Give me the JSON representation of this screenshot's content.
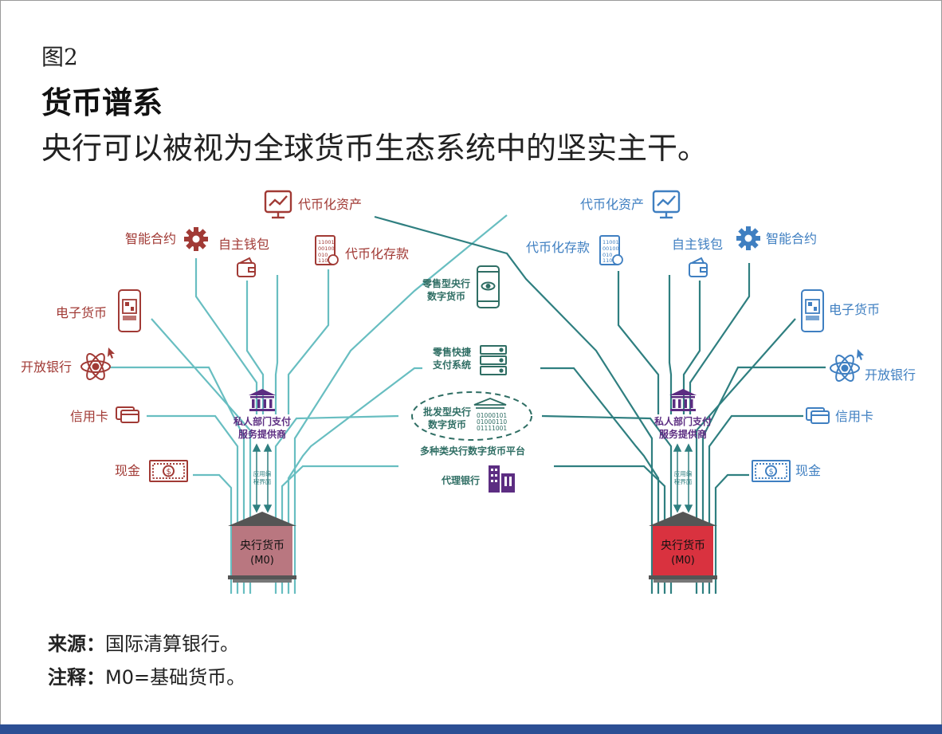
{
  "figure": {
    "label": "图2",
    "title": "货币谱系",
    "subtitle": "央行可以被视为全球货币生态系统中的坚实主干。"
  },
  "colors": {
    "left_accent": "#a13a35",
    "right_accent": "#3f7fc1",
    "center": "#2f6e64",
    "purple": "#5c2d82",
    "teal_line": "#68bec1",
    "dark_teal_line": "#2f7f80",
    "left_vault": "#b97780",
    "right_vault": "#d9323f",
    "bottom_bar": "#2c4f94"
  },
  "left_tree": {
    "nodes": [
      {
        "label": "代币化资产",
        "icon": "monitor-chart-icon"
      },
      {
        "label": "智能合约",
        "icon": "gear-icon"
      },
      {
        "label": "自主钱包",
        "icon": "wallet-icon"
      },
      {
        "label": "代币化存款",
        "icon": "binary-document-icon"
      },
      {
        "label": "电子货币",
        "icon": "qr-phone-icon"
      },
      {
        "label": "开放银行",
        "icon": "atom-icon"
      },
      {
        "label": "信用卡",
        "icon": "credit-card-icon"
      },
      {
        "label": "现金",
        "icon": "banknote-icon"
      }
    ],
    "psp_line1": "私人部门支付",
    "psp_line2": "服务提供商",
    "api_line1": "应用编",
    "api_line2": "程界面",
    "vault_line1": "央行货币",
    "vault_line2": "(M0)"
  },
  "right_tree": {
    "nodes": [
      {
        "label": "代币化资产",
        "icon": "monitor-chart-icon"
      },
      {
        "label": "代币化存款",
        "icon": "binary-document-icon"
      },
      {
        "label": "自主钱包",
        "icon": "wallet-icon"
      },
      {
        "label": "智能合约",
        "icon": "gear-icon"
      },
      {
        "label": "电子货币",
        "icon": "qr-phone-icon"
      },
      {
        "label": "开放银行",
        "icon": "atom-icon"
      },
      {
        "label": "信用卡",
        "icon": "credit-card-icon"
      },
      {
        "label": "现金",
        "icon": "banknote-icon"
      }
    ],
    "psp_line1": "私人部门支付",
    "psp_line2": "服务提供商",
    "api_line1": "应用编",
    "api_line2": "程界面",
    "vault_line1": "央行货币",
    "vault_line2": "(M0)"
  },
  "center": {
    "retail_cbdc_line1": "零售型央行",
    "retail_cbdc_line2": "数字货币",
    "fast_payment_line1": "零售快捷",
    "fast_payment_line2": "支付系统",
    "wholesale_cbdc_line1": "批发型央行",
    "wholesale_cbdc_line2": "数字货币",
    "binary_line1": "01000101",
    "binary_line2": "01000110",
    "binary_line3": "01111001",
    "mcbdc_platform": "多种类央行数字货币平台",
    "correspondent_bank": "代理银行"
  },
  "footer": {
    "source_label": "来源：",
    "source_text": "国际清算银行。",
    "note_label": "注释：",
    "note_text": "M0=基础货币。"
  }
}
